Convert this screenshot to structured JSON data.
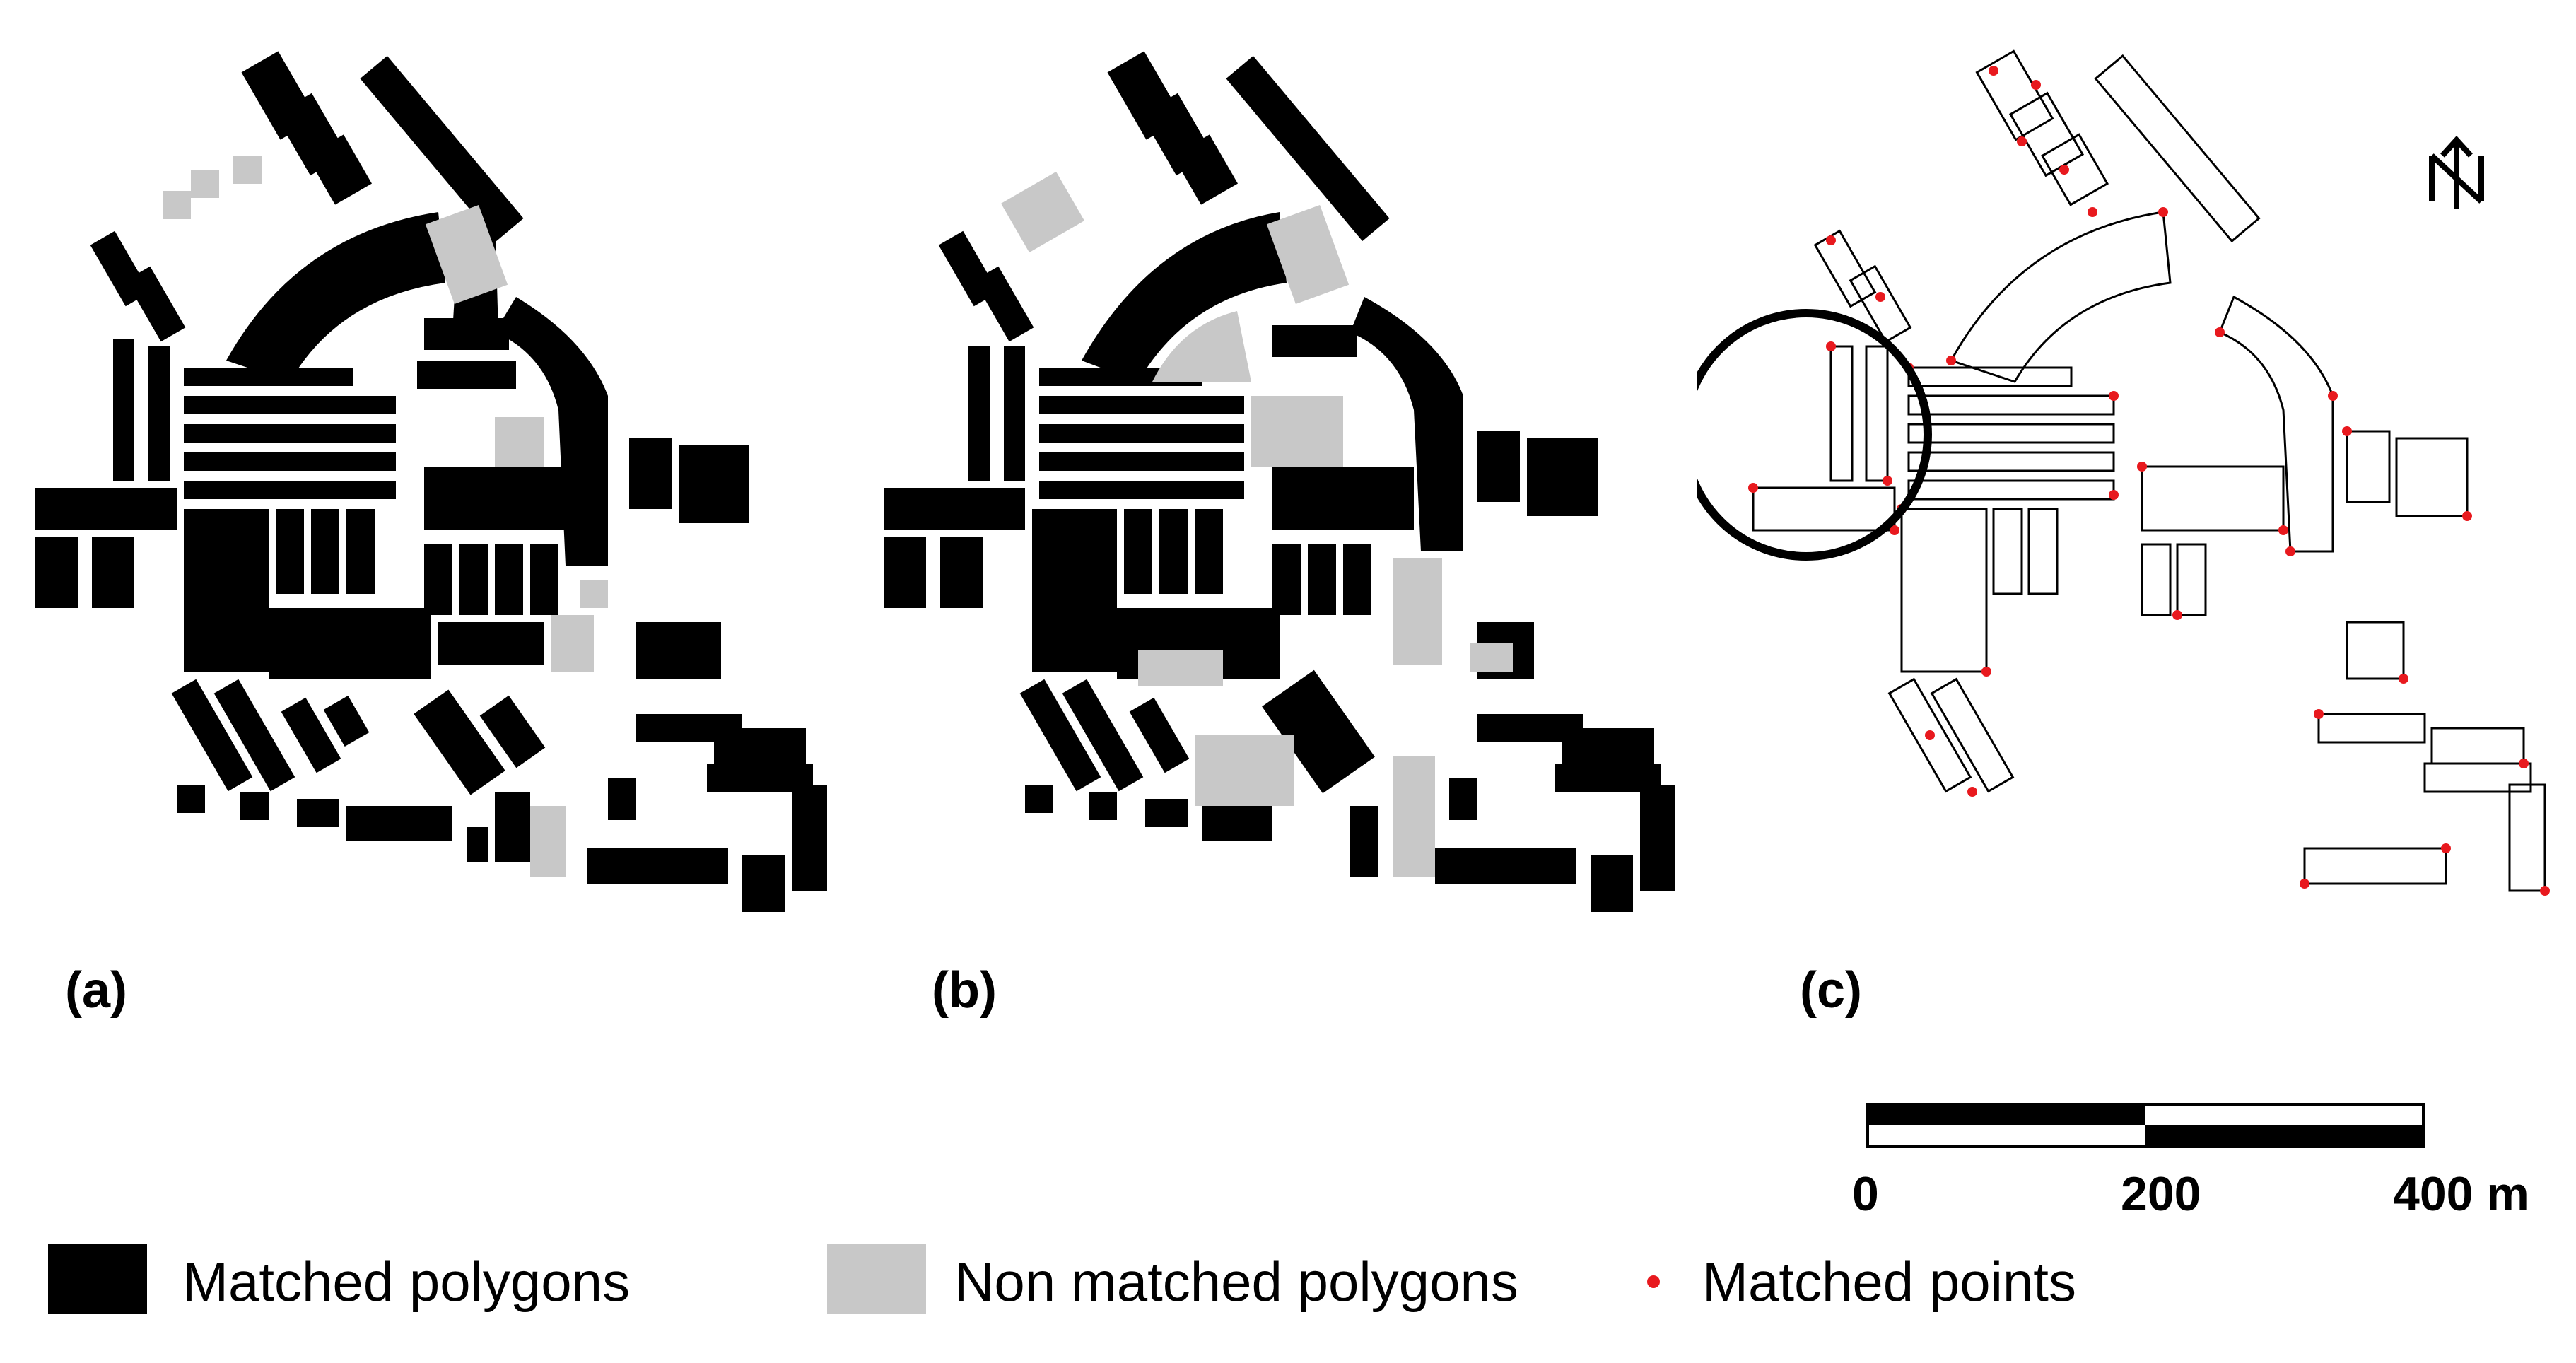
{
  "panels": [
    {
      "id": "a",
      "label": "(a)"
    },
    {
      "id": "b",
      "label": "(b)"
    },
    {
      "id": "c",
      "label": "(c)"
    }
  ],
  "north_arrow": {
    "icon": "north-arrow-icon"
  },
  "scale_bar": {
    "ticks": [
      "0",
      "200",
      "400 m"
    ]
  },
  "legend": [
    {
      "label": "Matched polygons",
      "color": "#000000",
      "symbol": "square"
    },
    {
      "label": "Non matched polygons",
      "color": "#c8c8c8",
      "symbol": "square"
    },
    {
      "label": "Matched points",
      "color": "#e8191e",
      "symbol": "dot"
    }
  ],
  "colors": {
    "matched": "#000000",
    "non_matched": "#c8c8c8",
    "points": "#e8191e",
    "outline": "#000000"
  }
}
